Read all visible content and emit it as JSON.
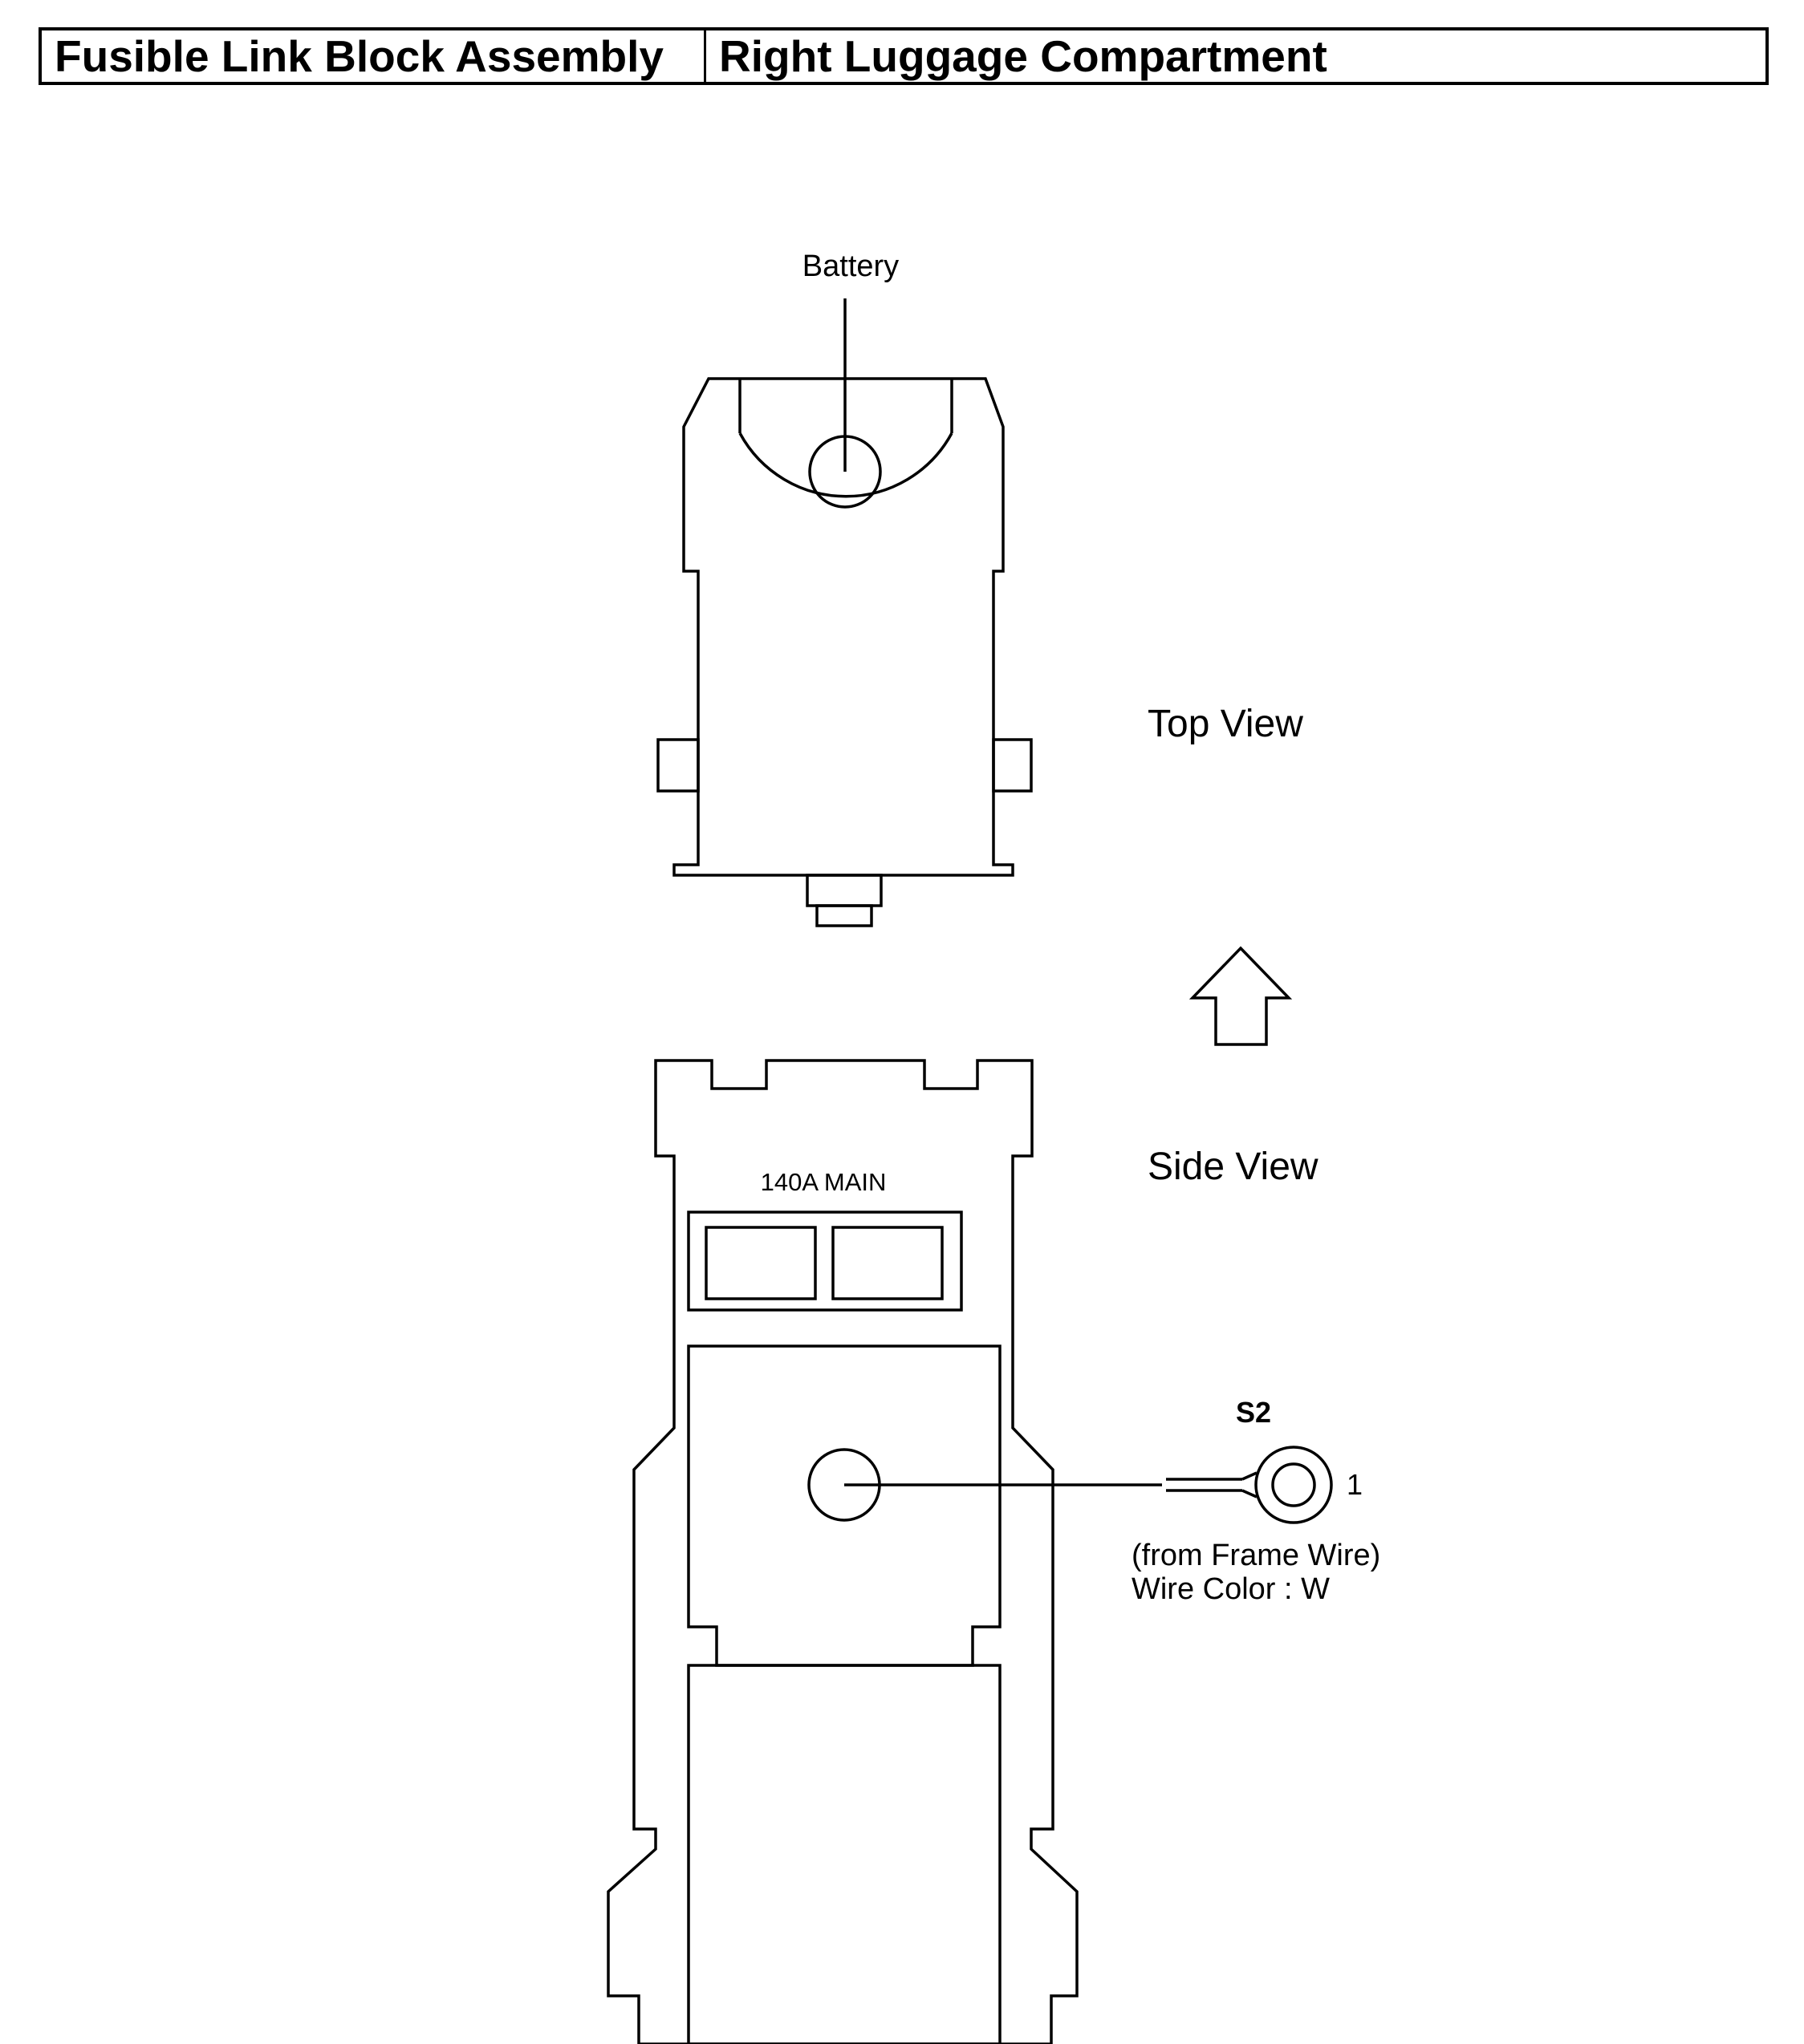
{
  "header": {
    "component": "Fusible Link Block Assembly",
    "location": "Right Luggage Compartment"
  },
  "top_view": {
    "label": "Top View",
    "terminal_label": "Battery"
  },
  "side_view": {
    "label": "Side View",
    "fuse_label": "140A MAIN"
  },
  "connector": {
    "id": "S2",
    "pin": "1",
    "source": "(from Frame Wire)",
    "wire_color": "Wire Color : W"
  },
  "colors": {
    "line": "#000000",
    "background": "#ffffff"
  }
}
